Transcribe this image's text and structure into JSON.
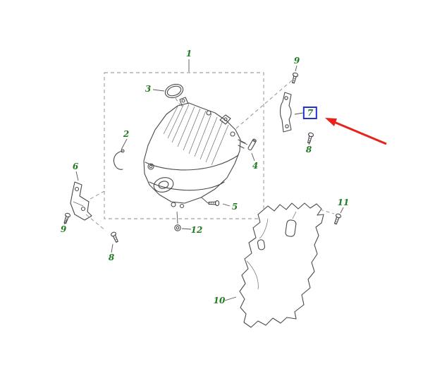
{
  "diagram": {
    "type": "exploded-parts-diagram",
    "subject": "gearbox-transmission-assembly",
    "selected_part": "7",
    "callouts": {
      "c1": {
        "label": "1"
      },
      "c2": {
        "label": "2"
      },
      "c3": {
        "label": "3"
      },
      "c4": {
        "label": "4"
      },
      "c5": {
        "label": "5"
      },
      "c6": {
        "label": "6"
      },
      "c7": {
        "label": "7",
        "highlighted": true
      },
      "c8_left": {
        "label": "8"
      },
      "c8_right": {
        "label": "8"
      },
      "c9_left": {
        "label": "9"
      },
      "c9_top": {
        "label": "9"
      },
      "c10": {
        "label": "10"
      },
      "c11": {
        "label": "11"
      },
      "c12": {
        "label": "12"
      }
    },
    "colors": {
      "label": "#1e7b1e",
      "highlight_border": "#2233cc",
      "arrow": "#e8231c",
      "line": "#4a4a4a",
      "background": "#ffffff"
    }
  }
}
